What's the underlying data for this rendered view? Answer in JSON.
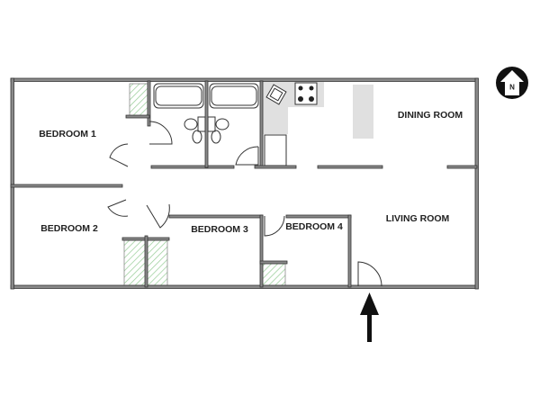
{
  "rooms": {
    "bedroom1": "BEDROOM 1",
    "bedroom2": "BEDROOM 2",
    "bedroom3": "BEDROOM 3",
    "bedroom4": "BEDROOM 4",
    "living_room": "LIVING ROOM",
    "dining_room": "DINING ROOM"
  },
  "compass": {
    "label": "N",
    "icon": "north-arrow-icon"
  },
  "entrance": {
    "icon": "entrance-arrow-icon"
  },
  "colors": {
    "wall": "#8a8a8a",
    "counter": "#e0e0e0",
    "hatch": "#9ccf9c"
  }
}
